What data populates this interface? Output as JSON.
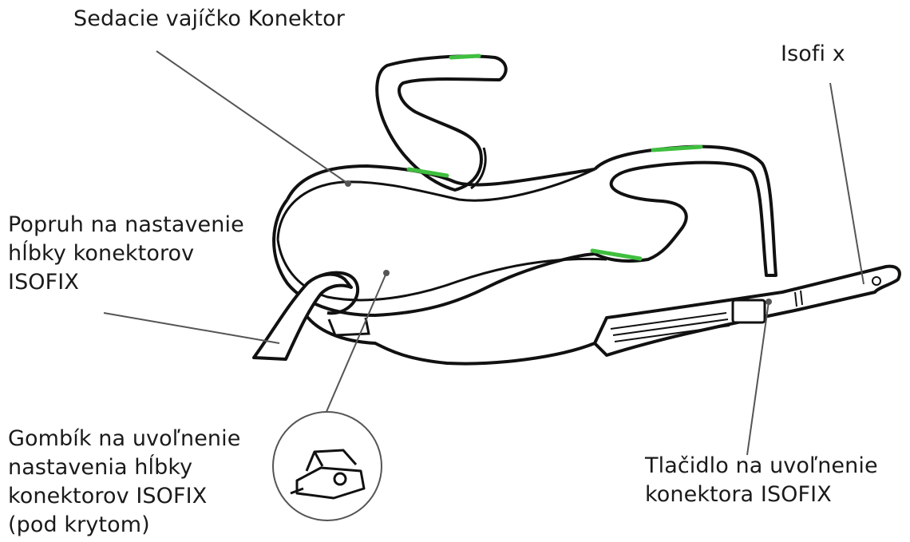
{
  "labels": {
    "seat_connector": [
      "Sedacie vajíčko Konektor"
    ],
    "isofix_arm": [
      "Isofi x"
    ],
    "depth_strap": [
      "Popruh na nastavenie",
      "hĺbky konektorov",
      "ISOFIX"
    ],
    "depth_release_knob": [
      "Gombík na uvoľnenie",
      "nastavenia hĺbky",
      "konektorov ISOFIX",
      "(pod krytom)"
    ],
    "isofix_release_button": [
      "Tlačidlo na uvoľnenie",
      "konektora ISOFIX"
    ]
  },
  "colors": {
    "outline": "#111111",
    "accent": "#3fbf3f",
    "text": "#1a1a1a"
  }
}
